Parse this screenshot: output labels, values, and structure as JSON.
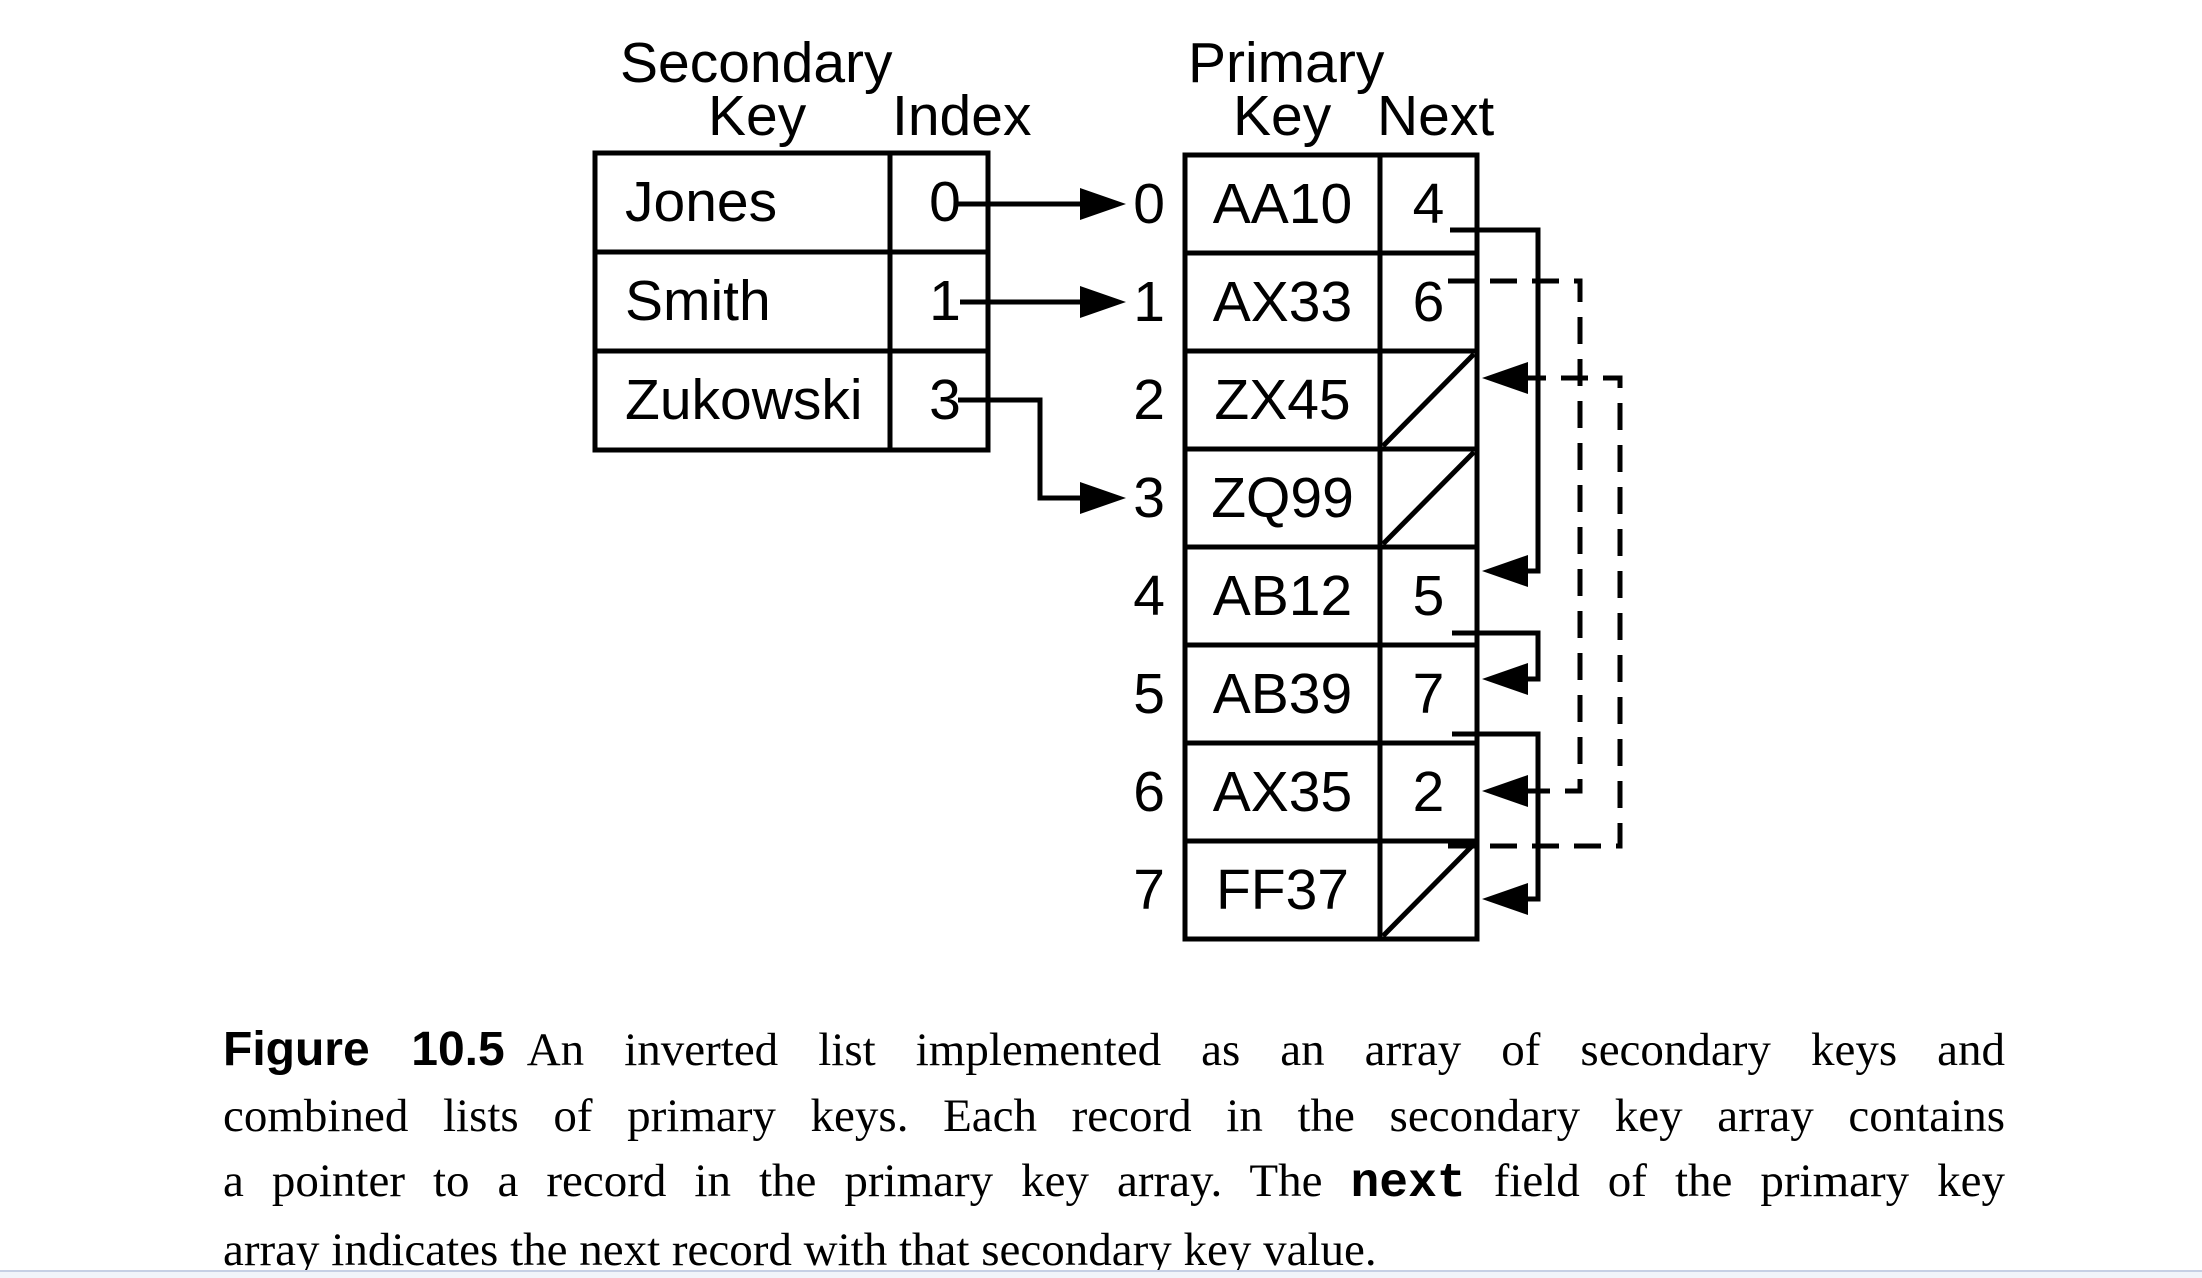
{
  "page": {
    "background": "#ffffff",
    "bottom_bar_fill": "#f1f4fa",
    "bottom_bar_line": "#c6cfe4",
    "ink_color": "#000000"
  },
  "diagram": {
    "secondary": {
      "title": "Secondary",
      "col1_header": "Key",
      "col2_header": "Index",
      "rows": [
        {
          "key": "Jones",
          "index": "0"
        },
        {
          "key": "Smith",
          "index": "1"
        },
        {
          "key": "Zukowski",
          "index": "3"
        }
      ]
    },
    "primary": {
      "title": "Primary",
      "col1_header": "Key",
      "col2_header": "Next",
      "rows": [
        {
          "label": "0",
          "key": "AA10",
          "next": "4"
        },
        {
          "label": "1",
          "key": "AX33",
          "next": "6"
        },
        {
          "label": "2",
          "key": "ZX45",
          "next": ""
        },
        {
          "label": "3",
          "key": "ZQ99",
          "next": ""
        },
        {
          "label": "4",
          "key": "AB12",
          "next": "5"
        },
        {
          "label": "5",
          "key": "AB39",
          "next": "7"
        },
        {
          "label": "6",
          "key": "AX35",
          "next": "2"
        },
        {
          "label": "7",
          "key": "FF37",
          "next": ""
        }
      ]
    },
    "pointers": {
      "secondary_to_primary": [
        {
          "from": "Jones",
          "to_row": 0,
          "style": "solid"
        },
        {
          "from": "Smith",
          "to_row": 1,
          "style": "solid"
        },
        {
          "from": "Zukowski",
          "to_row": 3,
          "style": "solid"
        }
      ],
      "next_links": [
        {
          "from_row": 0,
          "to_row": 4,
          "style": "solid"
        },
        {
          "from_row": 4,
          "to_row": 5,
          "style": "solid"
        },
        {
          "from_row": 5,
          "to_row": 7,
          "style": "solid"
        },
        {
          "from_row": 1,
          "to_row": 6,
          "style": "dashed"
        },
        {
          "from_row": 6,
          "to_row": 2,
          "style": "dashed"
        }
      ],
      "null_rows": [
        2,
        3,
        7
      ]
    }
  },
  "caption": {
    "label": "Figure 10.5",
    "line1_rest": "An inverted list implemented as an array of secondary keys and",
    "line2": "combined lists of primary keys. Each record in the secondary key array contains",
    "line3_before_code": "a pointer to a record in the primary key array. The ",
    "line3_code": "next",
    "line3_after_code": " field of the primary key",
    "line4": "array indicates the next record with that secondary key value."
  }
}
